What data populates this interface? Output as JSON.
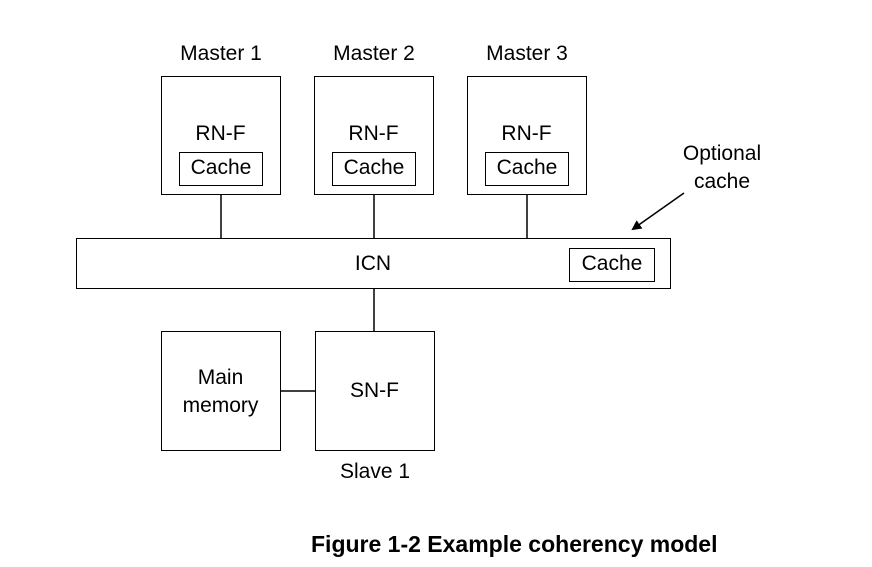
{
  "masters": [
    {
      "title": "Master 1",
      "node": "RN-F",
      "cache": "Cache"
    },
    {
      "title": "Master 2",
      "node": "RN-F",
      "cache": "Cache"
    },
    {
      "title": "Master 3",
      "node": "RN-F",
      "cache": "Cache"
    }
  ],
  "interconnect": {
    "label": "ICN",
    "cache": "Cache"
  },
  "annotation": {
    "line1": "Optional",
    "line2": "cache"
  },
  "memory": {
    "line1": "Main",
    "line2": "memory"
  },
  "slave": {
    "node": "SN-F",
    "title": "Slave 1"
  },
  "caption": "Figure 1-2 Example coherency model"
}
